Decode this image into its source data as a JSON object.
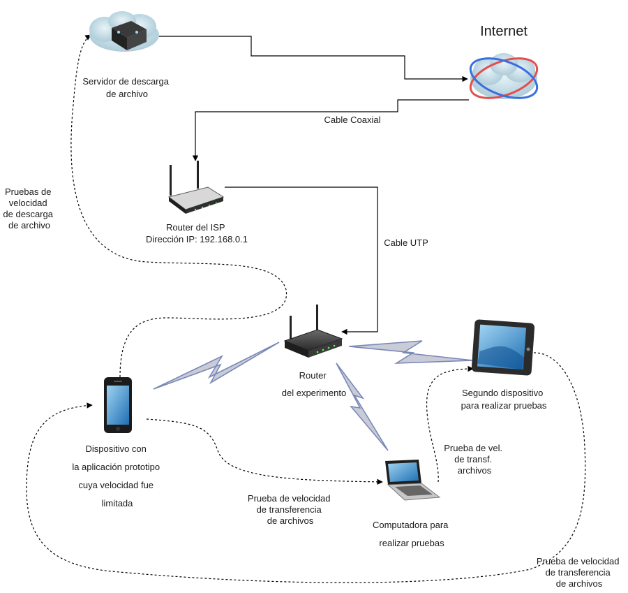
{
  "diagram": {
    "nodes": {
      "internet": {
        "title": "Internet"
      },
      "download_server": {
        "label": [
          "Servidor de descarga",
          "de archivo"
        ]
      },
      "isp_router": {
        "label": [
          "Router del ISP",
          "Dirección IP: 192.168.0.1"
        ]
      },
      "experiment_router": {
        "label": [
          "Router",
          "del experimento"
        ]
      },
      "phone": {
        "label": [
          "Dispositivo con",
          "la aplicación prototipo",
          "cuya velocidad fue",
          "limitada"
        ]
      },
      "tablet": {
        "label": [
          "Segundo dispositivo",
          "para realizar pruebas"
        ]
      },
      "laptop": {
        "label": [
          "Computadora para",
          "realizar pruebas"
        ]
      }
    },
    "edges": {
      "coaxial": {
        "label": [
          "Cable Coaxial"
        ]
      },
      "utp": {
        "label": [
          "Cable UTP"
        ]
      },
      "download_test": {
        "label": [
          "Pruebas de",
          "velocidad",
          "de descarga",
          "de archivo"
        ]
      },
      "phone_laptop": {
        "label": [
          "Prueba de velocidad",
          "de transferencia",
          "de archivos"
        ]
      },
      "laptop_tablet": {
        "label": [
          "Prueba de vel.",
          "de transf.",
          "archivos"
        ]
      },
      "tablet_phone": {
        "label": [
          "Prueba de velocidad",
          "de transferencia",
          "de archivos"
        ]
      }
    }
  }
}
